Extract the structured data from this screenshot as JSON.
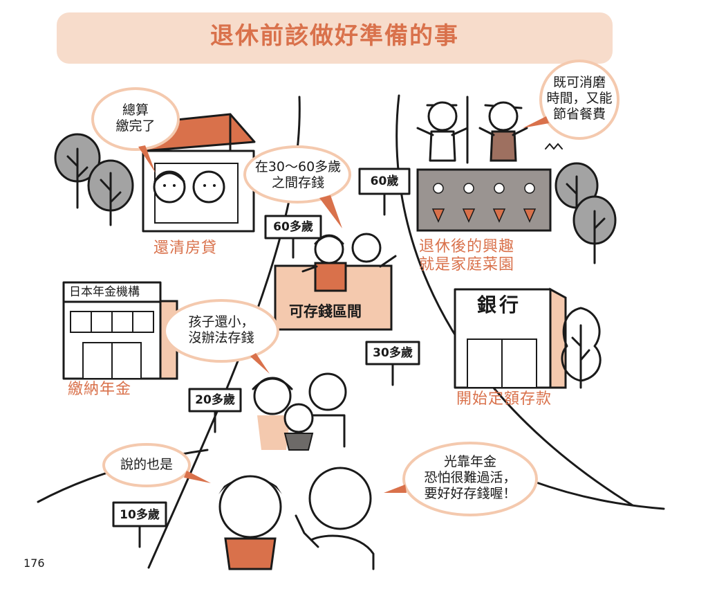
{
  "title": "退休前該做好準備的事",
  "bubbles": {
    "finally_paid": "總算\n繳完了",
    "save_30_60": "在30～60多歲\n之間存錢",
    "pass_time": "既可消磨\n時間，又能\n節省餐費",
    "child_small": "孩子還小，\n沒辦法存錢",
    "thats_right": "說的也是",
    "pension_not_enough": "光靠年金\n恐怕很難過活，\n要好好存錢喔！"
  },
  "captions": {
    "pay_off_mortgage": "還清房貸",
    "retirement_hobby": "退休後的興趣\n就是家庭菜園",
    "pay_pension": "繳納年金",
    "start_saving": "開始定額存款"
  },
  "age_signs": {
    "age_60": "60歲",
    "age_60s": "60多歲",
    "age_30s": "30多歲",
    "age_20s": "20多歲",
    "age_10s": "10多歲"
  },
  "labels": {
    "pension_org": "日本年金機構",
    "bank": "銀行",
    "saving_zone": "可存錢區間"
  },
  "page_number": "176",
  "colors": {
    "accent": "#d9714b",
    "header_bg": "#f7dccb",
    "skin_fill": "#f4c9ae",
    "tree_gray": "#a3a3a3",
    "field_gray": "#9a9491",
    "line": "#1a1a1a"
  }
}
